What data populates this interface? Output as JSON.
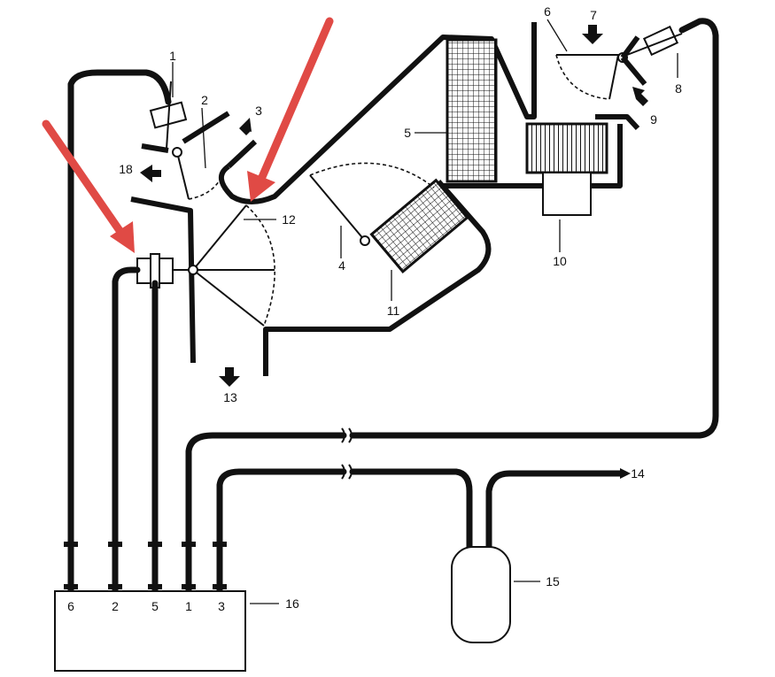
{
  "callouts": [
    {
      "label": "1"
    },
    {
      "label": "2"
    },
    {
      "label": "3"
    },
    {
      "label": "4"
    },
    {
      "label": "5"
    },
    {
      "label": "6"
    },
    {
      "label": "7"
    },
    {
      "label": "8"
    },
    {
      "label": "9"
    },
    {
      "label": "10"
    },
    {
      "label": "11"
    },
    {
      "label": "12"
    },
    {
      "label": "13"
    },
    {
      "label": "14"
    },
    {
      "label": "15"
    },
    {
      "label": "16"
    },
    {
      "label": "18"
    }
  ],
  "module": {
    "ports": [
      "6",
      "2",
      "5",
      "1",
      "3"
    ]
  },
  "colors": {
    "line": "#111111",
    "highlight_arrow": "#e04a45",
    "background": "#ffffff"
  }
}
